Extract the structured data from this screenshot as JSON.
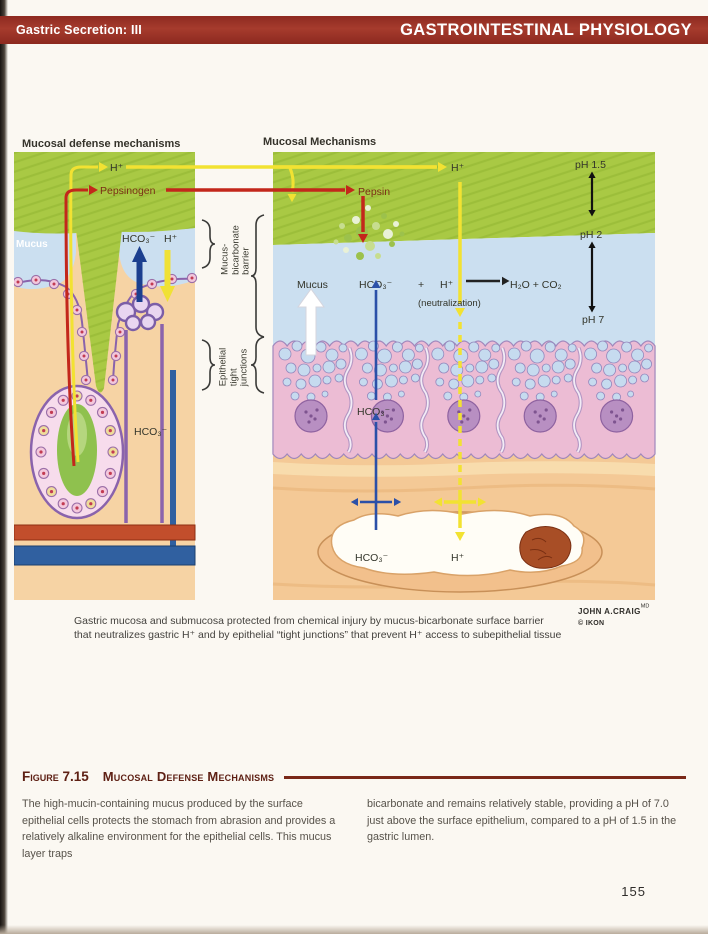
{
  "header": {
    "left": "Gastric Secretion: III",
    "right": "GASTROINTESTINAL PHYSIOLOGY"
  },
  "figure": {
    "left_panel": {
      "title": "Mucosal defense mechanisms",
      "labels": {
        "h_plus": "H⁺",
        "pepsinogen": "Pepsinogen",
        "mucus": "Mucus",
        "hco3": "HCO₃⁻",
        "h_plus_small": "H⁺",
        "hco3_lower": "HCO₃⁻"
      }
    },
    "middle": {
      "mucus_bicarbonate_barrier": {
        "l1": "Mucus-",
        "l2": "bicarbonate",
        "l3": "barrier"
      },
      "epithelial_tight_junctions": {
        "l1": "Epithelial",
        "l2": "tight",
        "l3": "junctions"
      }
    },
    "right_panel": {
      "title": "Mucosal Mechanisms",
      "labels": {
        "h_plus_top": "H⁺",
        "pepsin": "Pepsin",
        "ph15": "pH 1.5",
        "ph2": "pH 2",
        "ph7": "pH 7",
        "mucus": "Mucus",
        "hco3": "HCO₃⁻",
        "plus": "+",
        "h_plus_mid": "H⁺",
        "h2o_co2": "H₂O + CO₂",
        "neutralization": "(neutralization)",
        "hco3_cell": "HCO₃⁻",
        "hco3_vessel": "HCO₃⁻",
        "h_plus_vessel": "H⁺"
      }
    },
    "caption_line1": "Gastric mucosa and submucosa protected from chemical injury by mucus-bicarbonate surface barrier",
    "caption_line2": "that neutralizes gastric H⁺ and by epithelial “tight junctions” that prevent H⁺ access to subepithelial tissue",
    "credit": {
      "artist": "JOHN A.CRAIG",
      "suffix": "MD",
      "logo": "© IKON"
    }
  },
  "figure_heading": {
    "label": "Figure 7.15",
    "title": "Mucosal Defense Mechanisms"
  },
  "body": {
    "column1": "The high-mucin-containing mucus produced by the surface epithelial cells protects the stomach from abrasion and provides a relatively alkaline environment for the epithelial cells. This mucus layer traps",
    "column2": "bicarbonate and remains relatively stable, providing a pH of 7.0 just above the surface epithelium, compared to a pH of 1.5 in the gastric lumen."
  },
  "page": {
    "number": "155"
  },
  "colors": {
    "header_red": "#9C352B",
    "heading_maroon": "#5E2014",
    "lumen_green": "#A9C944",
    "mucus_blue": "#CBDFF0",
    "submucosa_tan": "#F4C996",
    "cell_pink": "#ECBCD4",
    "arrow_yellow": "#F2E232",
    "arrow_red": "#C3271B",
    "arrow_blue": "#2B50A8"
  }
}
